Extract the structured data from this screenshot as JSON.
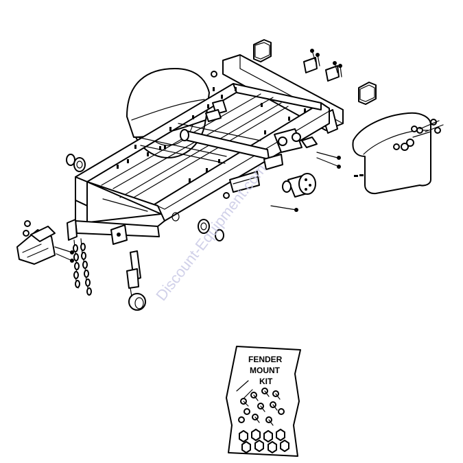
{
  "watermark": "Discount-Equipment.com",
  "kit_label": {
    "line1": "FENDER",
    "line2": "MOUNT",
    "line3": "KIT"
  }
}
